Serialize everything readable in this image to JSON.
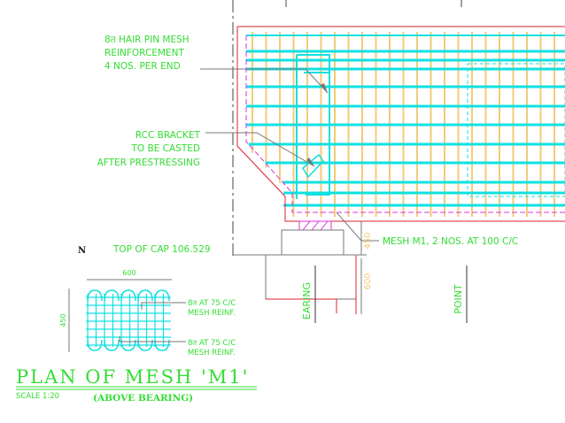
{
  "colors": {
    "green": "#33dd33",
    "cyan": "#11e0e0",
    "yellow": "#f2cc7a",
    "red": "#dd2233",
    "magenta": "#dd33dd",
    "grey": "#777777",
    "black": "#111111",
    "darkgreen": "#22aa22"
  },
  "annotations": {
    "hairpin": [
      "8त HAIR PIN MESH",
      "REINFORCEMENT",
      "4 NOS. PER END"
    ],
    "bracket": [
      "RCC BRACKET",
      "TO BE CASTED",
      "AFTER PRESTRESSING"
    ],
    "north_mark": "N",
    "top_of_cap": "TOP OF CAP 106.529",
    "mesh_callout": "MESH M1, 2 NOS. AT 100 C/C",
    "dim_450": "450",
    "dim_600": "600",
    "bearing_label": "EARING",
    "point_label": "POINT"
  },
  "mesh_plan": {
    "dim_width": "600",
    "dim_height": "450",
    "reinf_1": [
      "8त AT 75 C/C",
      "MESH REINF."
    ],
    "reinf_2": [
      "8त AT 75 C/C",
      "MESH REINF."
    ],
    "title": "PLAN OF MESH 'M1'",
    "scale": "SCALE 1:20",
    "subtitle": "(ABOVE BEARING)"
  }
}
